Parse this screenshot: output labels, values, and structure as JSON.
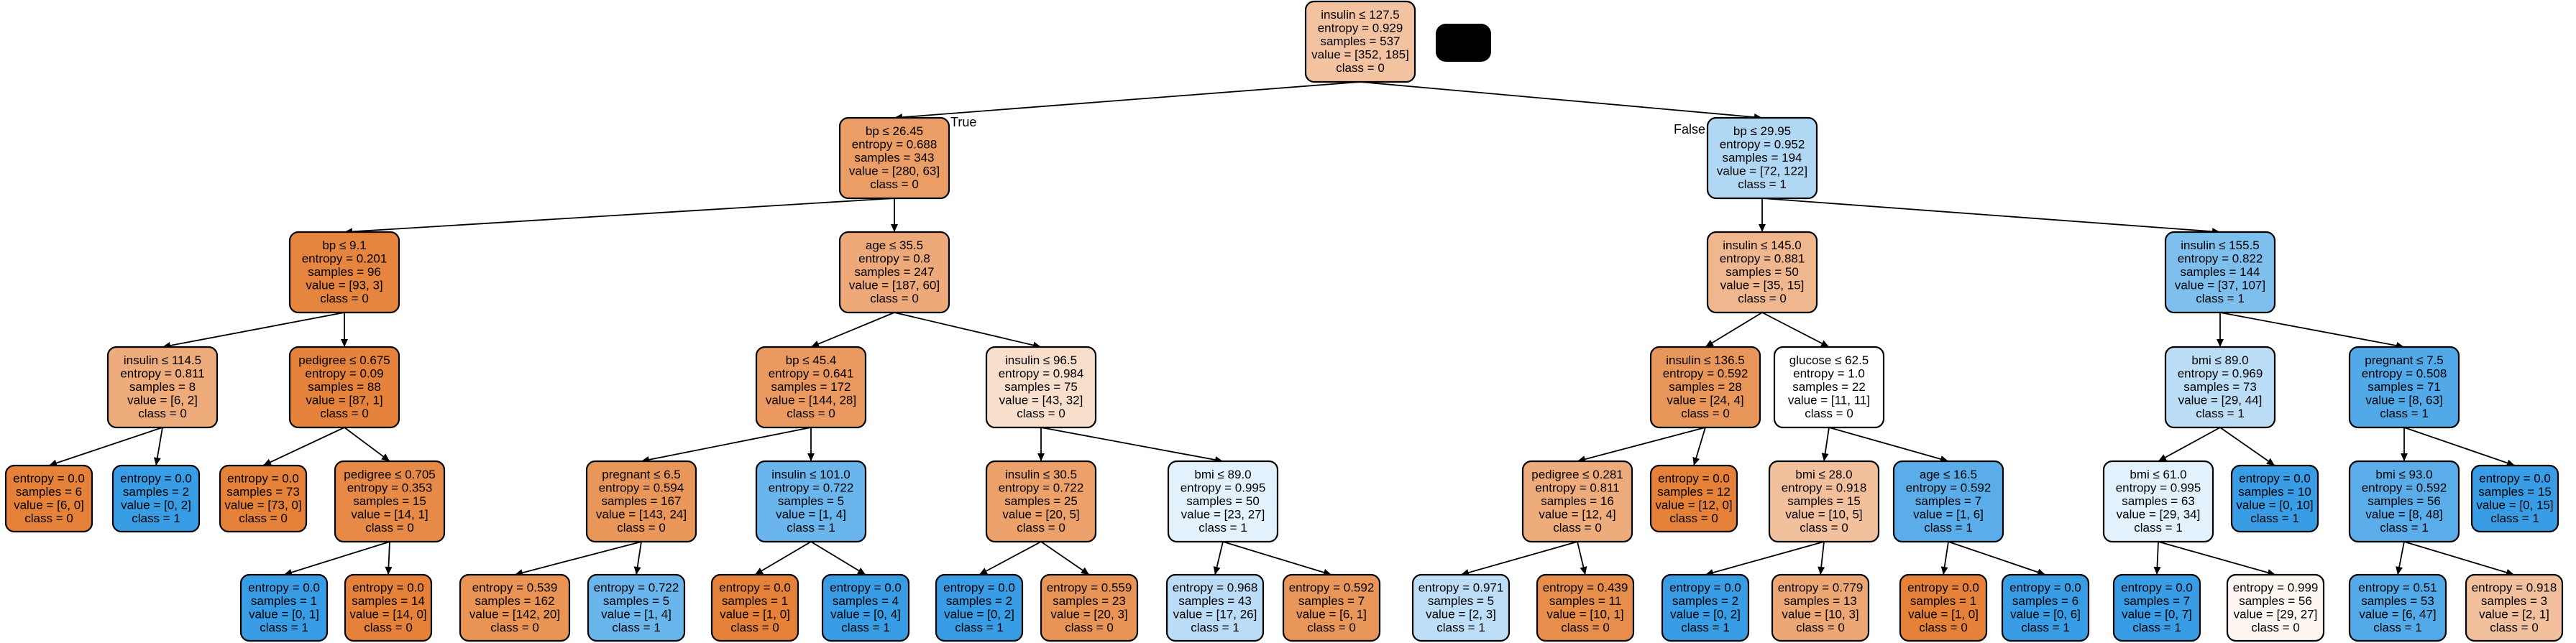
{
  "diagram": {
    "colors": {
      "orange_base": "#e58139",
      "blue_base": "#399de5",
      "edge": "#000000",
      "border": "#000000"
    },
    "edge_labels": {
      "true_label": "True",
      "false_label": "False"
    },
    "nodes": [
      {
        "id": "n0",
        "lines": [
          "insulin ≤ 127.5",
          "entropy = 0.929",
          "samples = 537",
          "value = [352, 185]",
          "class = 0"
        ],
        "fill": "#f3c3a1"
      },
      {
        "id": "n1",
        "lines": [
          "bp ≤ 26.45",
          "entropy = 0.688",
          "samples = 343",
          "value = [280, 63]",
          "class = 0"
        ],
        "fill": "#eb9d66"
      },
      {
        "id": "n2",
        "lines": [
          "bp ≤ 29.95",
          "entropy = 0.952",
          "samples = 194",
          "value = [72, 122]",
          "class = 1"
        ],
        "fill": "#b0d8f4"
      },
      {
        "id": "n3",
        "lines": [
          "bp ≤ 9.1",
          "entropy = 0.201",
          "samples = 96",
          "value = [93, 3]",
          "class = 0"
        ],
        "fill": "#e6853f"
      },
      {
        "id": "n4",
        "lines": [
          "age ≤ 35.5",
          "entropy = 0.8",
          "samples = 247",
          "value = [187, 60]",
          "class = 0"
        ],
        "fill": "#eda979"
      },
      {
        "id": "n5",
        "lines": [
          "insulin ≤ 145.0",
          "entropy = 0.881",
          "samples = 50",
          "value = [35, 15]",
          "class = 0"
        ],
        "fill": "#f0b78e"
      },
      {
        "id": "n6",
        "lines": [
          "insulin ≤ 155.5",
          "entropy = 0.822",
          "samples = 144",
          "value = [37, 107]",
          "class = 1"
        ],
        "fill": "#7ebfee"
      },
      {
        "id": "n7",
        "lines": [
          "insulin ≤ 114.5",
          "entropy = 0.811",
          "samples = 8",
          "value = [6, 2]",
          "class = 0"
        ],
        "fill": "#eeab7b"
      },
      {
        "id": "n8",
        "lines": [
          "pedigree ≤ 0.675",
          "entropy = 0.09",
          "samples = 88",
          "value = [87, 1]",
          "class = 0"
        ],
        "fill": "#e5823b"
      },
      {
        "id": "n9",
        "lines": [
          "bp ≤ 45.4",
          "entropy = 0.641",
          "samples = 172",
          "value = [144, 28]",
          "class = 0"
        ],
        "fill": "#ea9a60"
      },
      {
        "id": "n10",
        "lines": [
          "insulin ≤ 96.5",
          "entropy = 0.984",
          "samples = 75",
          "value = [43, 32]",
          "class = 0"
        ],
        "fill": "#f8dfcc"
      },
      {
        "id": "n11",
        "lines": [
          "insulin ≤ 136.5",
          "entropy = 0.592",
          "samples = 28",
          "value = [24, 4]",
          "class = 0"
        ],
        "fill": "#e9965a"
      },
      {
        "id": "n12",
        "lines": [
          "glucose ≤ 62.5",
          "entropy = 1.0",
          "samples = 22",
          "value = [11, 11]",
          "class = 0"
        ],
        "fill": "#ffffff"
      },
      {
        "id": "n13",
        "lines": [
          "bmi ≤ 89.0",
          "entropy = 0.969",
          "samples = 73",
          "value = [29, 44]",
          "class = 1"
        ],
        "fill": "#bbddf6"
      },
      {
        "id": "n14",
        "lines": [
          "pregnant ≤ 7.5",
          "entropy = 0.508",
          "samples = 71",
          "value = [8, 63]",
          "class = 1"
        ],
        "fill": "#52a9e8"
      },
      {
        "id": "n15",
        "lines": [
          "entropy = 0.0",
          "samples = 6",
          "value = [6, 0]",
          "class = 0"
        ],
        "fill": "#e58139"
      },
      {
        "id": "n16",
        "lines": [
          "entropy = 0.0",
          "samples = 2",
          "value = [0, 2]",
          "class = 1"
        ],
        "fill": "#399de5"
      },
      {
        "id": "n17",
        "lines": [
          "entropy = 0.0",
          "samples = 73",
          "value = [73, 0]",
          "class = 0"
        ],
        "fill": "#e58139"
      },
      {
        "id": "n18",
        "lines": [
          "pedigree ≤ 0.705",
          "entropy = 0.353",
          "samples = 15",
          "value = [14, 1]",
          "class = 0"
        ],
        "fill": "#e78a47"
      },
      {
        "id": "n19",
        "lines": [
          "pregnant ≤ 6.5",
          "entropy = 0.594",
          "samples = 167",
          "value = [143, 24]",
          "class = 0"
        ],
        "fill": "#e9965a"
      },
      {
        "id": "n20",
        "lines": [
          "insulin ≤ 101.0",
          "entropy = 0.722",
          "samples = 5",
          "value = [1, 4]",
          "class = 1"
        ],
        "fill": "#6ab6ec"
      },
      {
        "id": "n21",
        "lines": [
          "insulin ≤ 30.5",
          "entropy = 0.722",
          "samples = 25",
          "value = [20, 5]",
          "class = 0"
        ],
        "fill": "#eca06a"
      },
      {
        "id": "n22",
        "lines": [
          "bmi ≤ 89.0",
          "entropy = 0.995",
          "samples = 50",
          "value = [23, 27]",
          "class = 1"
        ],
        "fill": "#e2f1fb"
      },
      {
        "id": "n23",
        "lines": [
          "pedigree ≤ 0.281",
          "entropy = 0.811",
          "samples = 16",
          "value = [12, 4]",
          "class = 0"
        ],
        "fill": "#eeab7b"
      },
      {
        "id": "n24",
        "lines": [
          "entropy = 0.0",
          "samples = 12",
          "value = [12, 0]",
          "class = 0"
        ],
        "fill": "#e58139"
      },
      {
        "id": "n25",
        "lines": [
          "bmi ≤ 28.0",
          "entropy = 0.918",
          "samples = 15",
          "value = [10, 5]",
          "class = 0"
        ],
        "fill": "#f2c09c"
      },
      {
        "id": "n26",
        "lines": [
          "age ≤ 16.5",
          "entropy = 0.592",
          "samples = 7",
          "value = [1, 6]",
          "class = 1"
        ],
        "fill": "#5aade9"
      },
      {
        "id": "n27",
        "lines": [
          "bmi ≤ 61.0",
          "entropy = 0.995",
          "samples = 63",
          "value = [29, 34]",
          "class = 1"
        ],
        "fill": "#e2f1fb"
      },
      {
        "id": "n28",
        "lines": [
          "entropy = 0.0",
          "samples = 10",
          "value = [0, 10]",
          "class = 1"
        ],
        "fill": "#399de5"
      },
      {
        "id": "n29",
        "lines": [
          "bmi ≤ 93.0",
          "entropy = 0.592",
          "samples = 56",
          "value = [8, 48]",
          "class = 1"
        ],
        "fill": "#5aade9"
      },
      {
        "id": "n30",
        "lines": [
          "entropy = 0.0",
          "samples = 15",
          "value = [0, 15]",
          "class = 1"
        ],
        "fill": "#399de5"
      },
      {
        "id": "n31",
        "lines": [
          "entropy = 0.0",
          "samples = 1",
          "value = [0, 1]",
          "class = 1"
        ],
        "fill": "#399de5"
      },
      {
        "id": "n32",
        "lines": [
          "entropy = 0.0",
          "samples = 14",
          "value = [14, 0]",
          "class = 0"
        ],
        "fill": "#e58139"
      },
      {
        "id": "n33",
        "lines": [
          "entropy = 0.539",
          "samples = 162",
          "value = [142, 20]",
          "class = 0"
        ],
        "fill": "#e99355"
      },
      {
        "id": "n34",
        "lines": [
          "entropy = 0.722",
          "samples = 5",
          "value = [1, 4]",
          "class = 1"
        ],
        "fill": "#6ab6ec"
      },
      {
        "id": "n35",
        "lines": [
          "entropy = 0.0",
          "samples = 1",
          "value = [1, 0]",
          "class = 0"
        ],
        "fill": "#e58139"
      },
      {
        "id": "n36",
        "lines": [
          "entropy = 0.0",
          "samples = 4",
          "value = [0, 4]",
          "class = 1"
        ],
        "fill": "#399de5"
      },
      {
        "id": "n37",
        "lines": [
          "entropy = 0.0",
          "samples = 2",
          "value = [0, 2]",
          "class = 1"
        ],
        "fill": "#399de5"
      },
      {
        "id": "n38",
        "lines": [
          "entropy = 0.559",
          "samples = 23",
          "value = [20, 3]",
          "class = 0"
        ],
        "fill": "#e99457"
      },
      {
        "id": "n39",
        "lines": [
          "entropy = 0.968",
          "samples = 43",
          "value = [17, 26]",
          "class = 1"
        ],
        "fill": "#badcf6"
      },
      {
        "id": "n40",
        "lines": [
          "entropy = 0.592",
          "samples = 7",
          "value = [6, 1]",
          "class = 0"
        ],
        "fill": "#e9965a"
      },
      {
        "id": "n41",
        "lines": [
          "entropy = 0.971",
          "samples = 5",
          "value = [2, 3]",
          "class = 1"
        ],
        "fill": "#bddef6"
      },
      {
        "id": "n42",
        "lines": [
          "entropy = 0.439",
          "samples = 11",
          "value = [10, 1]",
          "class = 0"
        ],
        "fill": "#e88e4d"
      },
      {
        "id": "n43",
        "lines": [
          "entropy = 0.0",
          "samples = 2",
          "value = [0, 2]",
          "class = 1"
        ],
        "fill": "#399de5"
      },
      {
        "id": "n44",
        "lines": [
          "entropy = 0.779",
          "samples = 13",
          "value = [10, 3]",
          "class = 0"
        ],
        "fill": "#eda774"
      },
      {
        "id": "n45",
        "lines": [
          "entropy = 0.0",
          "samples = 1",
          "value = [1, 0]",
          "class = 0"
        ],
        "fill": "#e58139"
      },
      {
        "id": "n46",
        "lines": [
          "entropy = 0.0",
          "samples = 6",
          "value = [0, 6]",
          "class = 1"
        ],
        "fill": "#399de5"
      },
      {
        "id": "n47",
        "lines": [
          "entropy = 0.0",
          "samples = 7",
          "value = [0, 7]",
          "class = 1"
        ],
        "fill": "#399de5"
      },
      {
        "id": "n48",
        "lines": [
          "entropy = 0.999",
          "samples = 56",
          "value = [29, 27]",
          "class = 0"
        ],
        "fill": "#fdf6f1"
      },
      {
        "id": "n49",
        "lines": [
          "entropy = 0.51",
          "samples = 53",
          "value = [6, 47]",
          "class = 1"
        ],
        "fill": "#52aae8"
      },
      {
        "id": "n50",
        "lines": [
          "entropy = 0.918",
          "samples = 3",
          "value = [2, 1]",
          "class = 0"
        ],
        "fill": "#f2c09c"
      }
    ],
    "edges": [
      [
        "n0",
        "n1"
      ],
      [
        "n0",
        "n2"
      ],
      [
        "n1",
        "n3"
      ],
      [
        "n1",
        "n4"
      ],
      [
        "n2",
        "n5"
      ],
      [
        "n2",
        "n6"
      ],
      [
        "n3",
        "n7"
      ],
      [
        "n3",
        "n8"
      ],
      [
        "n4",
        "n9"
      ],
      [
        "n4",
        "n10"
      ],
      [
        "n5",
        "n11"
      ],
      [
        "n5",
        "n12"
      ],
      [
        "n6",
        "n13"
      ],
      [
        "n6",
        "n14"
      ],
      [
        "n7",
        "n15"
      ],
      [
        "n7",
        "n16"
      ],
      [
        "n8",
        "n17"
      ],
      [
        "n8",
        "n18"
      ],
      [
        "n9",
        "n19"
      ],
      [
        "n9",
        "n20"
      ],
      [
        "n10",
        "n21"
      ],
      [
        "n10",
        "n22"
      ],
      [
        "n11",
        "n23"
      ],
      [
        "n11",
        "n24"
      ],
      [
        "n12",
        "n25"
      ],
      [
        "n12",
        "n26"
      ],
      [
        "n13",
        "n27"
      ],
      [
        "n13",
        "n28"
      ],
      [
        "n14",
        "n29"
      ],
      [
        "n14",
        "n30"
      ],
      [
        "n18",
        "n31"
      ],
      [
        "n18",
        "n32"
      ],
      [
        "n19",
        "n33"
      ],
      [
        "n19",
        "n34"
      ],
      [
        "n20",
        "n35"
      ],
      [
        "n20",
        "n36"
      ],
      [
        "n21",
        "n37"
      ],
      [
        "n21",
        "n38"
      ],
      [
        "n22",
        "n39"
      ],
      [
        "n22",
        "n40"
      ],
      [
        "n23",
        "n41"
      ],
      [
        "n23",
        "n42"
      ],
      [
        "n25",
        "n43"
      ],
      [
        "n25",
        "n44"
      ],
      [
        "n26",
        "n45"
      ],
      [
        "n26",
        "n46"
      ],
      [
        "n27",
        "n47"
      ],
      [
        "n27",
        "n48"
      ],
      [
        "n29",
        "n49"
      ],
      [
        "n29",
        "n50"
      ]
    ]
  }
}
